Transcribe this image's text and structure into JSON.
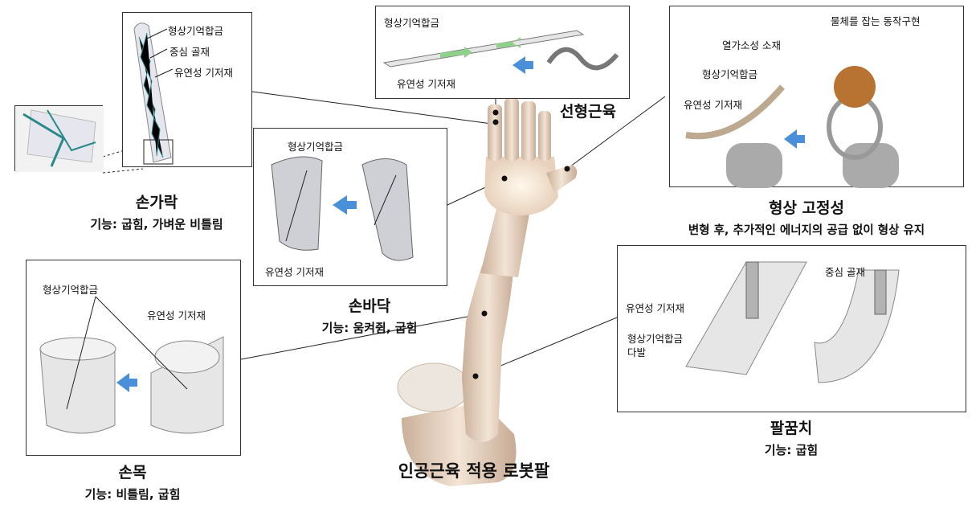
{
  "labels": {
    "sma": "형상기억합금",
    "flex_substrate": "유연성 기저재",
    "core_bone": "중심 골재",
    "thermoplastic": "열가소성 소재",
    "grab_action": "물체를 잡는 동작구현",
    "sma_multi_line1": "형상기억합금",
    "sma_multi_line2": "다발"
  },
  "captions": {
    "finger_title": "손가락",
    "finger_func": "기능: 굽힘, 가벼운 비틀림",
    "palm_title": "손바닥",
    "palm_func": "기능: 움켜쥠, 굽힘",
    "linear_muscle": "선형근육",
    "shape_fix_title": "형상 고정성",
    "shape_fix_desc": "변형 후, 추가적인 에너지의 공급 없이 형상 유지",
    "wrist_title": "손목",
    "wrist_func": "기능: 비틀림, 굽힘",
    "elbow_title": "팔꿈치",
    "elbow_func": "기능: 굽힘",
    "main_title": "인공근육 적용 로봇팔"
  },
  "colors": {
    "arrow_blue": "#4a90d9",
    "arrow_green": "#8fd18a",
    "skin": "#e8d2bd",
    "copper": "#b87333"
  }
}
